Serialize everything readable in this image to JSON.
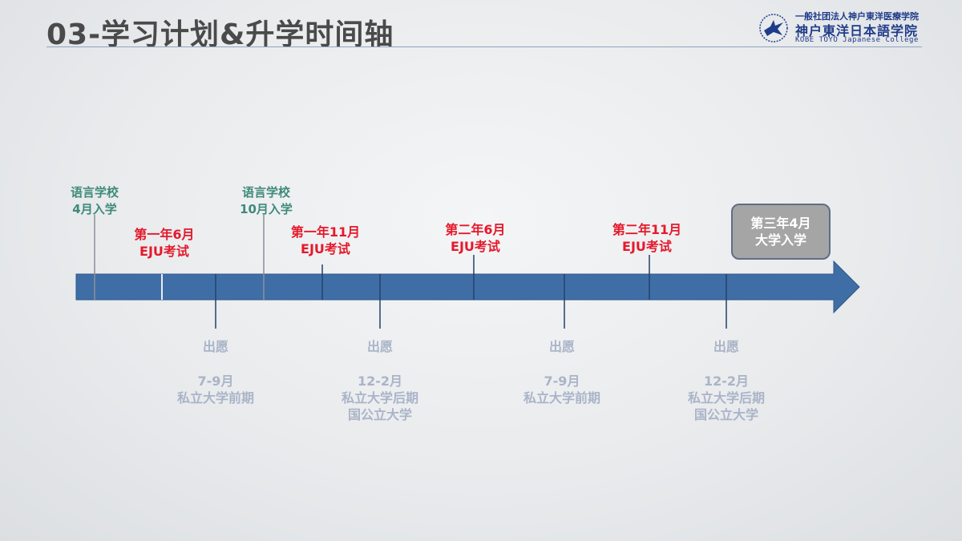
{
  "title": "03-学习计划&升学时间轴",
  "logo": {
    "top_text": "一般社团法人神户東洋医療学院",
    "main_text": "神户東洋日本語学院",
    "english_text": "KOBE TOYO Japanese College"
  },
  "colors": {
    "bar": "#3f6ea7",
    "school_entry": "#3f8a7a",
    "eju_exam": "#e5192b",
    "application": "#aab4c8",
    "final_box": "#a5a5a5"
  },
  "school_entries": [
    {
      "line1": "语言学校",
      "line2": "4月入学"
    },
    {
      "line1": "语言学校",
      "line2": "10月入学"
    }
  ],
  "eju_exams": [
    {
      "line1": "第一年6月",
      "line2": "EJU考试"
    },
    {
      "line1": "第一年11月",
      "line2": "EJU考试"
    },
    {
      "line1": "第二年6月",
      "line2": "EJU考试"
    },
    {
      "line1": "第二年11月",
      "line2": "EJU考试"
    }
  ],
  "applications": [
    {
      "heading": "出愿",
      "period": "7-9月",
      "line1": "私立大学前期",
      "line2": ""
    },
    {
      "heading": "出愿",
      "period": "12-2月",
      "line1": "私立大学后期",
      "line2": "国公立大学"
    },
    {
      "heading": "出愿",
      "period": "7-9月",
      "line1": "私立大学前期",
      "line2": ""
    },
    {
      "heading": "出愿",
      "period": "12-2月",
      "line1": "私立大学后期",
      "line2": "国公立大学"
    }
  ],
  "final_goal": {
    "line1": "第三年4月",
    "line2": "大学入学"
  }
}
